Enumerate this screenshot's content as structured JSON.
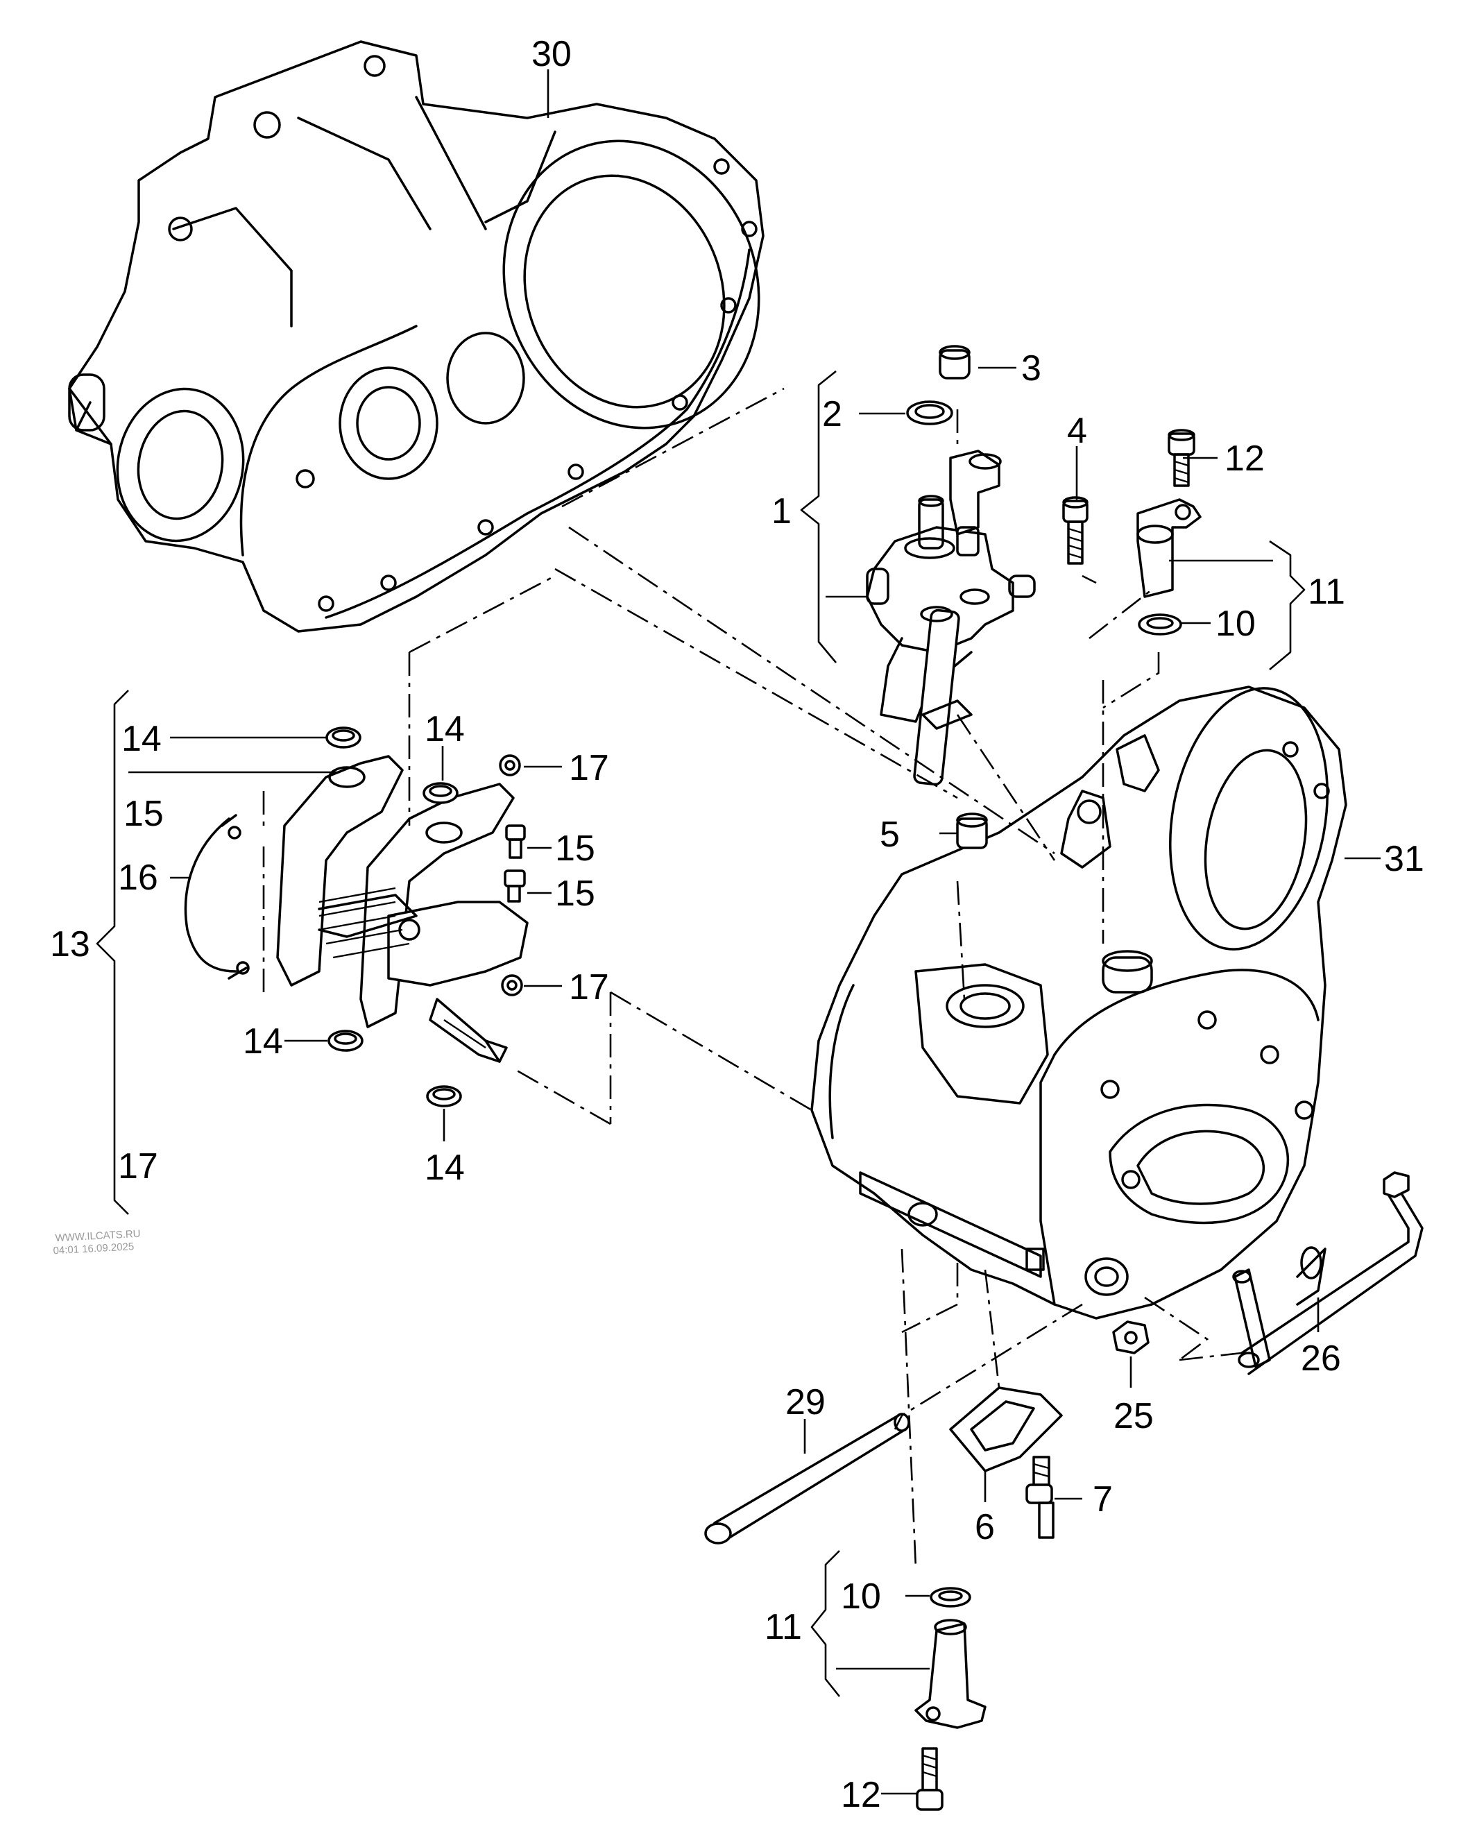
{
  "watermark": {
    "line1": "WWW.ILCATS.RU",
    "line2": "04:01 16.09.2025"
  },
  "callouts": {
    "c1": "1",
    "c2": "2",
    "c3": "3",
    "c4": "4",
    "c5": "5",
    "c6": "6",
    "c7": "7",
    "c10a": "10",
    "c10b": "10",
    "c11a": "11",
    "c11b": "11",
    "c12a": "12",
    "c12b": "12",
    "c13": "13",
    "c14a": "14",
    "c14b": "14",
    "c14c": "14",
    "c14d": "14",
    "c15a": "15",
    "c15b": "15",
    "c15c": "15",
    "c16": "16",
    "c17a": "17",
    "c17b": "17",
    "c17c": "17",
    "c25": "25",
    "c26": "26",
    "c29": "29",
    "c30": "30",
    "c31": "31"
  }
}
